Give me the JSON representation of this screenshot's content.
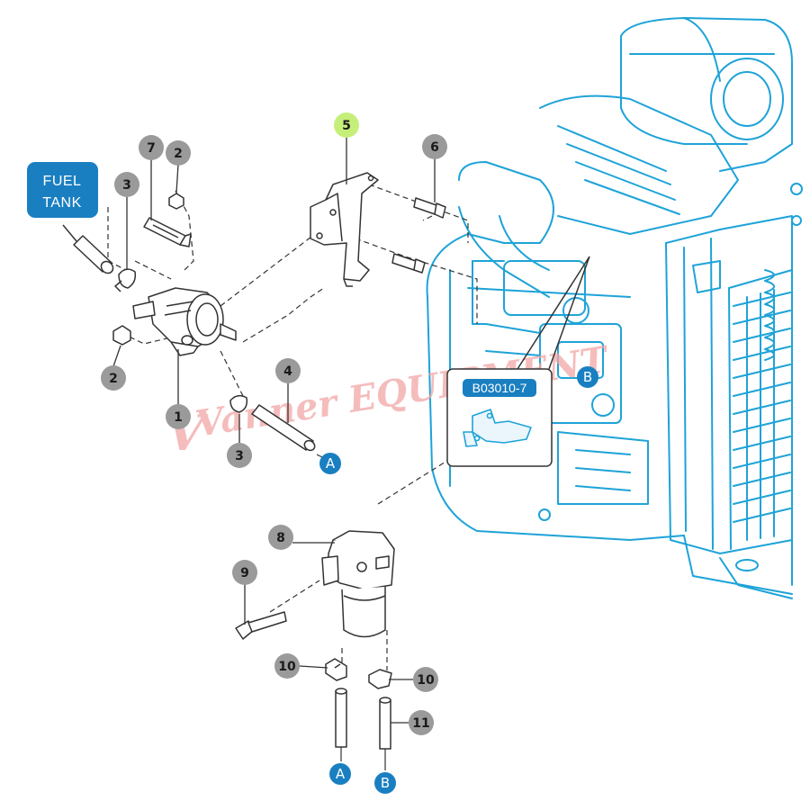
{
  "diagram": {
    "fuel_tank_label_line1": "FUEL",
    "fuel_tank_label_line2": "TANK",
    "detail_reference": "B03010-7",
    "watermark": "Vanner EQUIPMENT",
    "colors": {
      "callout_gray": "#9a9a9a",
      "callout_highlight": "#c6ef7a",
      "connector_blue": "#1a7fc1",
      "engine_line": "#1ea3d8",
      "part_line": "#333333",
      "watermark": "#f2a6a6"
    },
    "callouts": [
      {
        "id": "1",
        "text": "1"
      },
      {
        "id": "2a",
        "text": "2"
      },
      {
        "id": "2b",
        "text": "2"
      },
      {
        "id": "3a",
        "text": "3"
      },
      {
        "id": "3b",
        "text": "3"
      },
      {
        "id": "4",
        "text": "4"
      },
      {
        "id": "5",
        "text": "5"
      },
      {
        "id": "6",
        "text": "6"
      },
      {
        "id": "7",
        "text": "7"
      },
      {
        "id": "8",
        "text": "8"
      },
      {
        "id": "9",
        "text": "9"
      },
      {
        "id": "10a",
        "text": "10"
      },
      {
        "id": "10b",
        "text": "10"
      },
      {
        "id": "11",
        "text": "11"
      }
    ],
    "connectors": [
      {
        "id": "A1",
        "text": "A"
      },
      {
        "id": "A2",
        "text": "A"
      },
      {
        "id": "B1",
        "text": "B"
      },
      {
        "id": "B2",
        "text": "B"
      }
    ]
  }
}
